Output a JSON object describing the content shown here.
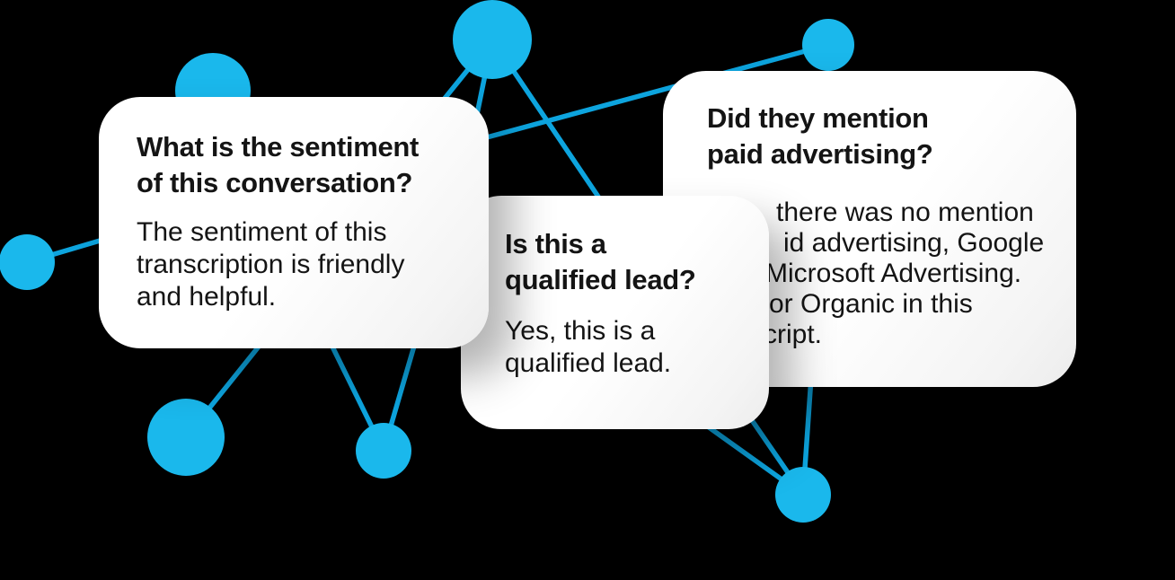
{
  "theme": {
    "background": "#000000",
    "card_background": "#ffffff",
    "text_color": "#141414",
    "node_color": "#1ab8ec",
    "edge_color": "#0da4de"
  },
  "cards": [
    {
      "id": "sentiment",
      "question_lines": [
        "What is the sentiment",
        "of this conversation?"
      ],
      "answer_lines": [
        "The sentiment of this",
        "transcription is friendly",
        "and helpful."
      ]
    },
    {
      "id": "qualified-lead",
      "question_lines": [
        "Is this a",
        "qualified lead?"
      ],
      "answer_lines": [
        "Yes, this is a",
        "qualified lead."
      ]
    },
    {
      "id": "paid-advertising",
      "question_lines": [
        "Did they mention",
        "paid advertising?"
      ],
      "answer_fragments": [
        "there was no mention",
        "id advertising, Google",
        "Microsoft Advertising.",
        "or Organic in this",
        "cript."
      ]
    }
  ]
}
